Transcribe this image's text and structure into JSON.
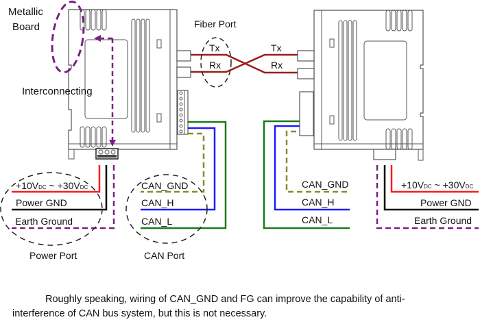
{
  "diagram": {
    "labels": {
      "metallic_board_line1": "Metallic",
      "metallic_board_line2": "Board",
      "interconnecting": "Interconnecting",
      "fiber_port": "Fiber Port",
      "tx_left": "Tx",
      "rx_left": "Rx",
      "tx_right": "Tx",
      "rx_right": "Rx",
      "power_port": "Power Port",
      "can_port": "CAN Port"
    },
    "left_power": {
      "vdc_prefix": "+10V",
      "vdc_sub1": "DC",
      "vdc_mid": " ~ +30V",
      "vdc_sub2": "DC",
      "power_gnd": "Power GND",
      "earth_ground": "Earth Ground"
    },
    "left_can": {
      "can_gnd": "CAN_GND",
      "can_h": "CAN_H",
      "can_l": "CAN_L"
    },
    "right_can": {
      "can_gnd": "CAN_GND",
      "can_h": "CAN_H",
      "can_l": "CAN_L"
    },
    "right_power": {
      "vdc_prefix": "+10V",
      "vdc_sub1": "DC",
      "vdc_mid": " ~ +30V",
      "vdc_sub2": "DC",
      "power_gnd": "Power GND",
      "earth_ground": "Earth Ground"
    },
    "wire_colors": {
      "fiber": "#9b1c1c",
      "vdc": "#ff1a1a",
      "power_gnd": "#000000",
      "earth_ground": "#7a1f85",
      "can_gnd": "#8a8a2a",
      "can_h": "#1a1aff",
      "can_l": "#1a7a1a"
    }
  },
  "note": {
    "line1": "Roughly speaking, wiring of CAN_GND and FG can improve the capability of anti-",
    "line2": "interference of CAN bus system, but this is not necessary."
  }
}
